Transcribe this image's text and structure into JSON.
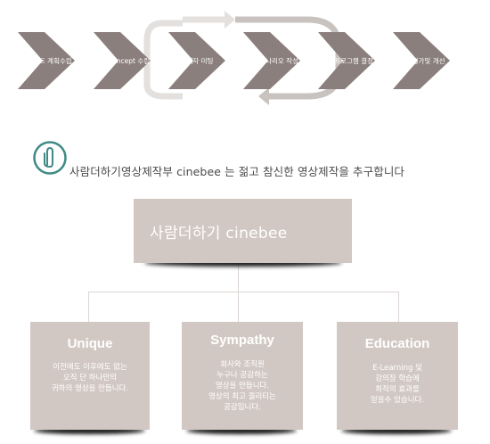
{
  "process": {
    "steps": [
      "프로젝트 계획수립",
      "기본 concept 수립",
      "관계자 미팅",
      "맞춤 시나리오 작성",
      "과정 프로그램 결정",
      "과정 평가및 개선"
    ]
  },
  "statement": {
    "text": "사람더하기영상제작부 cinebee 는 젊고 참신한 영상제작을 추구합니다",
    "icon": "paperclip-icon"
  },
  "org": {
    "root": "사람더하기 cinebee",
    "children": [
      {
        "title": "Unique",
        "lines": [
          "이전에도 이후에도 없는",
          "오직 단 하나만의",
          "귀하의 영상을 만듭니다."
        ]
      },
      {
        "title": "Sympathy",
        "lines": [
          "회사와 조직원",
          "누구나 공감하는",
          "영상을 만듭니다.",
          "영상의 최고 퀄리티는",
          "공감입니다."
        ]
      },
      {
        "title": "Education",
        "lines": [
          "E-Learning 및",
          "강의장 학습에",
          "최적의 효과를",
          "얻을수 있습니다."
        ]
      }
    ]
  },
  "colors": {
    "chevron": "#8a7f7c",
    "box": "#d2c8c3",
    "teal": "#3f8a86",
    "connector": "#dcd6d3"
  }
}
